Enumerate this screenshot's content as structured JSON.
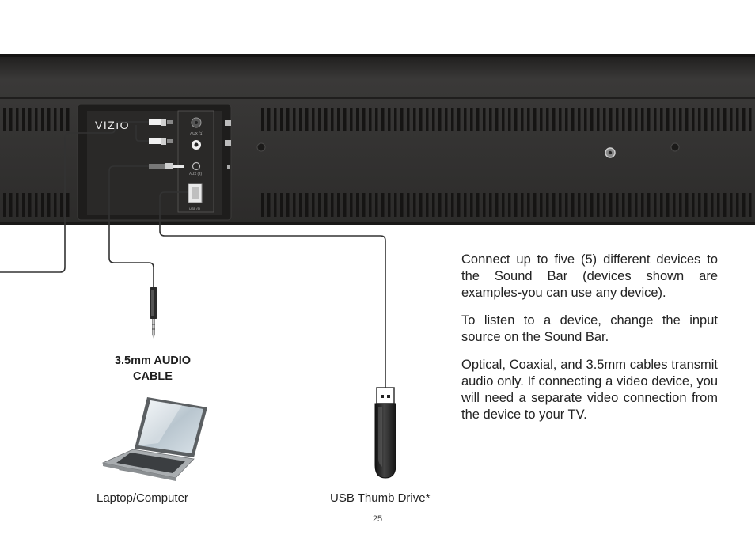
{
  "soundbar": {
    "brand": "VIZIO",
    "ports": {
      "aux1": "AUX (1)",
      "aux2": "AUX (2)",
      "usb": "USB (5)"
    }
  },
  "cable_label": {
    "line1": "3.5mm AUDIO",
    "line2": "CABLE"
  },
  "captions": {
    "laptop": "Laptop/Computer",
    "usb": "USB Thumb Drive*"
  },
  "instructions": [
    "Connect up to five (5) different devices to the Sound Bar (devices shown are examples-you can use any device).",
    "To listen to a device, change the input source on the Sound Bar.",
    "Optical, Coaxial, and 3.5mm cables transmit audio only. If connecting a video device, you will need a separate video connection from the device to your TV."
  ],
  "page_number": "25",
  "colors": {
    "soundbar_body": "#2b2a29",
    "cable": "#3a3a3a",
    "usb_drive": "#2a2a2a"
  }
}
